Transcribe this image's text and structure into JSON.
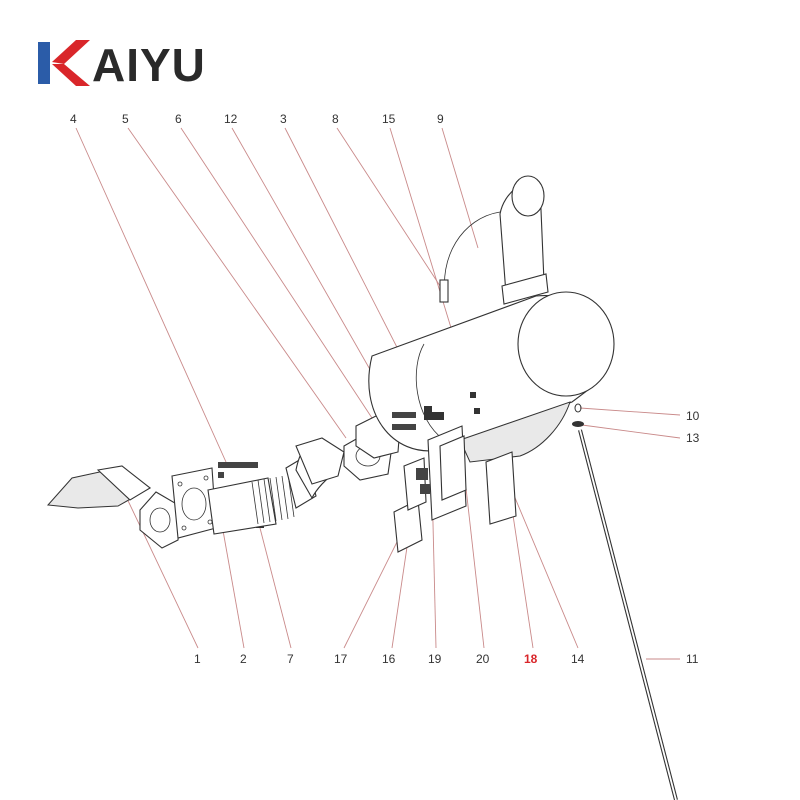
{
  "brand": {
    "name": "AIYU",
    "accent_red": "#d9262a",
    "accent_blue": "#2b5ca8",
    "text_color": "#2a2a2a"
  },
  "diagram": {
    "top_labels": [
      "4",
      "5",
      "6",
      "12",
      "3",
      "8",
      "15",
      "9"
    ],
    "right_labels": [
      "10",
      "13"
    ],
    "bottom_labels": [
      "1",
      "2",
      "7",
      "17",
      "16",
      "19",
      "20",
      "18",
      "14",
      "11"
    ],
    "highlighted_label": "18"
  }
}
